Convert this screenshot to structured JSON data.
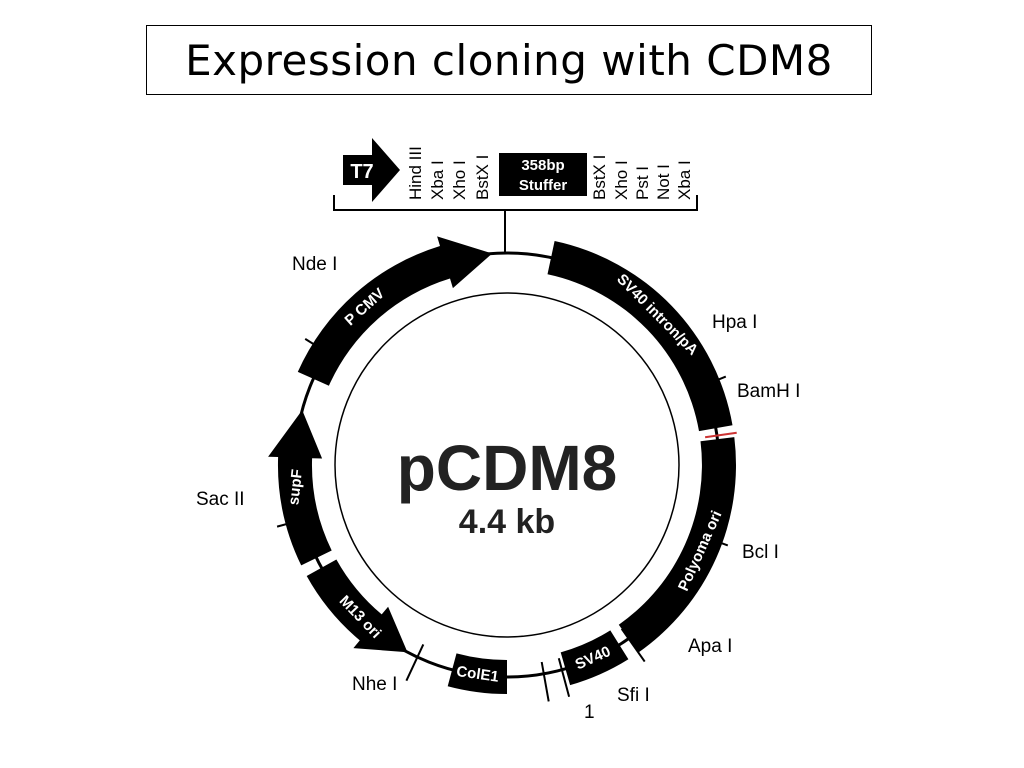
{
  "slide": {
    "title": "Expression cloning with CDM8"
  },
  "plasmid": {
    "name": "pCDM8",
    "size": "4.4 kb"
  },
  "polylinker": {
    "promoter": "T7",
    "left_sites": [
      "Hind III",
      "Xba I",
      "Xho I",
      "BstX I"
    ],
    "stuffer_line1": "358bp",
    "stuffer_line2": "Stuffer",
    "right_sites": [
      "BstX I",
      "Xho I",
      "Pst I",
      "Not I",
      "Xba I"
    ]
  },
  "features": {
    "pcmv": "P CMV",
    "supf": "supF",
    "m13": "M13 ori",
    "cole1": "ColE1",
    "sv40": "SV40",
    "polyoma": "Polyoma ori",
    "sv40_intron": "SV40 intron/pA"
  },
  "sites": {
    "nde": "Nde I",
    "sac": "Sac II",
    "nhe": "Nhe I",
    "one": "1",
    "sfi": "Sfi I",
    "apa": "Apa I",
    "bcl": "Bcl I",
    "bamh": "BamH I",
    "hpa": "Hpa I"
  },
  "colors": {
    "feature_fill": "#000000",
    "backbone": "#000000",
    "bamh_tick": "#cc3333"
  }
}
